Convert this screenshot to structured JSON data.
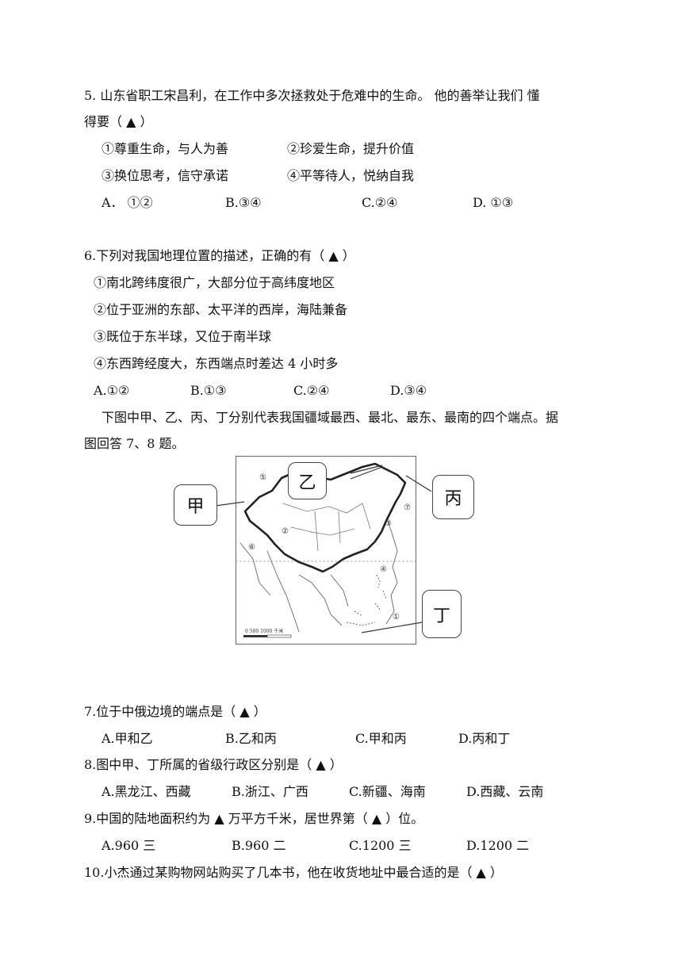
{
  "q5": {
    "stem_line1": "5.  山东省职工宋昌利，在工作中多次拯救处于危难中的生命。  他的善举让我们      懂",
    "stem_line2": "得要（   ▲     ）",
    "items": [
      "①尊重生命，与人为善",
      "②珍爱生命，提升价值",
      "③换位思考，信守承诺",
      "④平等待人，悦纳自我"
    ],
    "options": [
      "A． ①②",
      "B.③④",
      "C.②④",
      "D.  ①③"
    ]
  },
  "q6": {
    "stem": "6.下列对我国地理位置的描述，正确的有（    ▲     ）",
    "items": [
      "①南北跨纬度很广，大部分位于高纬度地区",
      "②位于亚洲的东部、太平洋的西岸，海陆兼备",
      "③既位于东半球，又位于南半球",
      "④东西跨经度大，东西端点时差达 4 小时多"
    ],
    "options": [
      "A.①②",
      "B.①③",
      "C.②④",
      "D.③④"
    ]
  },
  "intro": {
    "line1": "下图中甲、乙、丙、丁分别代表我国疆域最西、最北、最东、最南的四个端点。据",
    "line2": "图回答 7、8 题。"
  },
  "map": {
    "callouts": {
      "jia": "甲",
      "yi": "乙",
      "bing": "丙",
      "ding": "丁"
    },
    "circled": [
      "⑤",
      "⑥",
      "②",
      "⑦",
      "③",
      "④",
      "①"
    ],
    "scale": "0    500   1000 千米"
  },
  "q7": {
    "stem": "7.位于中俄边境的端点是（    ▲     ）",
    "options": [
      "A.甲和乙",
      "B.乙和丙",
      "C.甲和丙",
      "D.丙和丁"
    ]
  },
  "q8": {
    "stem": "8.图中甲、丁所属的省级行政区分别是（    ▲     ）",
    "options": [
      "A.黑龙江、西藏",
      "B.浙江、广西",
      "C.新疆、海南",
      "D.西藏、云南"
    ]
  },
  "q9": {
    "stem": "9.中国的陆地面积约为   ▲   万平方千米，居世界第（  ▲  ）位。",
    "options": [
      "A.960  三",
      "B.960  二",
      "C.1200  三",
      "D.1200  二"
    ]
  },
  "q10": {
    "stem": "10.小杰通过某购物网站购买了几本书，他在收货地址中最合适的是（  ▲   ）"
  }
}
